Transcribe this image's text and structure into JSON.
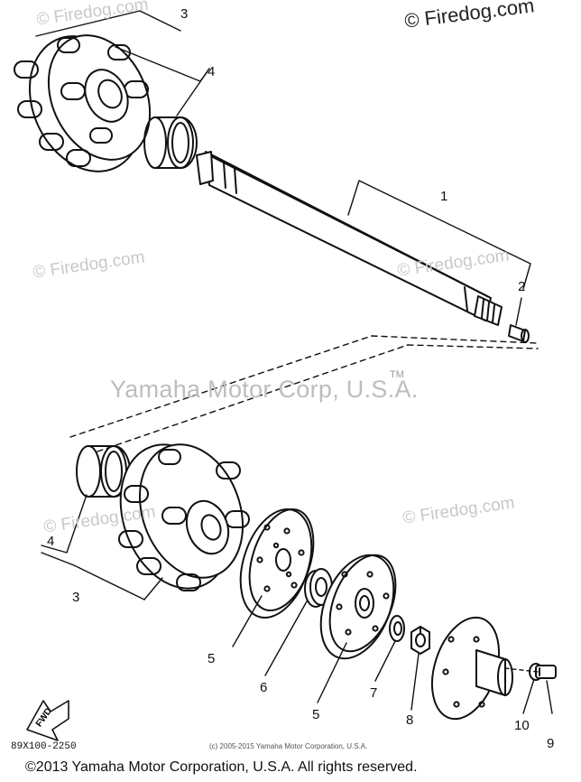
{
  "watermarks": {
    "top_right": "© Firedog.com",
    "repeat": "© Firedog.com",
    "center": "Yamaha Motor Corp, U.S.A.",
    "tm": "TM"
  },
  "callouts": {
    "shaft": "1",
    "plug": "2",
    "sprocket_top": "3",
    "bushing_top": "4",
    "bushing_bottom": "4",
    "sprocket_bottom": "3",
    "plate_left": "5",
    "bearing": "6",
    "plate_right": "5",
    "washer": "7",
    "nut": "8",
    "bolt": "9",
    "hub": "10"
  },
  "fwd_label": "FWD",
  "diagram_code": "89X100-2250",
  "small_copyright": "(c) 2005-2015 Yamaha Motor Corporation, U.S.A.",
  "footer_copyright": "©2013 Yamaha Motor Corporation, U.S.A. All rights reserved.",
  "colors": {
    "ink": "#111111",
    "watermark": "#c8c8c8"
  }
}
